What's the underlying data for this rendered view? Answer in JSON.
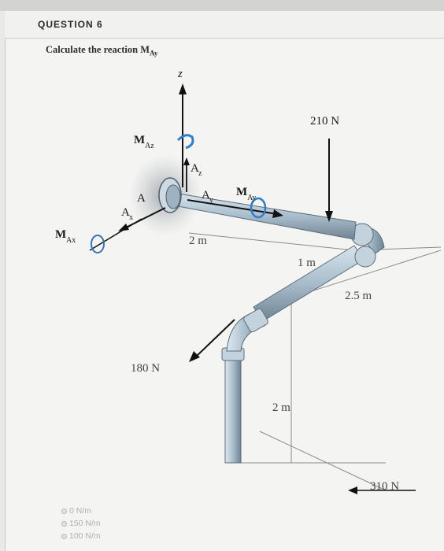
{
  "question": {
    "number": "QUESTION 6",
    "prompt": "Calculate the reaction M",
    "prompt_subscript": "Ay"
  },
  "figure": {
    "axis_z": "z",
    "load_top": "210 N",
    "load_mid": "180 N",
    "load_bottom": "310 N",
    "moment_z": "M",
    "moment_z_sub": "Az",
    "moment_x": "M",
    "moment_x_sub": "Ax",
    "moment_y": "M",
    "moment_y_sub": "Ay",
    "force_z": "A",
    "force_z_sub": "z",
    "force_y": "A",
    "force_y_sub": "y",
    "force_x": "A",
    "force_x_sub": "x",
    "support_label": "A",
    "dim_2m_a": "2 m",
    "dim_1m": "1 m",
    "dim_25m": "2.5 m",
    "dim_2m_b": "2 m"
  },
  "options": [
    {
      "label": "0 N/m"
    },
    {
      "label": "150 N/m"
    },
    {
      "label": "100 N/m"
    }
  ]
}
